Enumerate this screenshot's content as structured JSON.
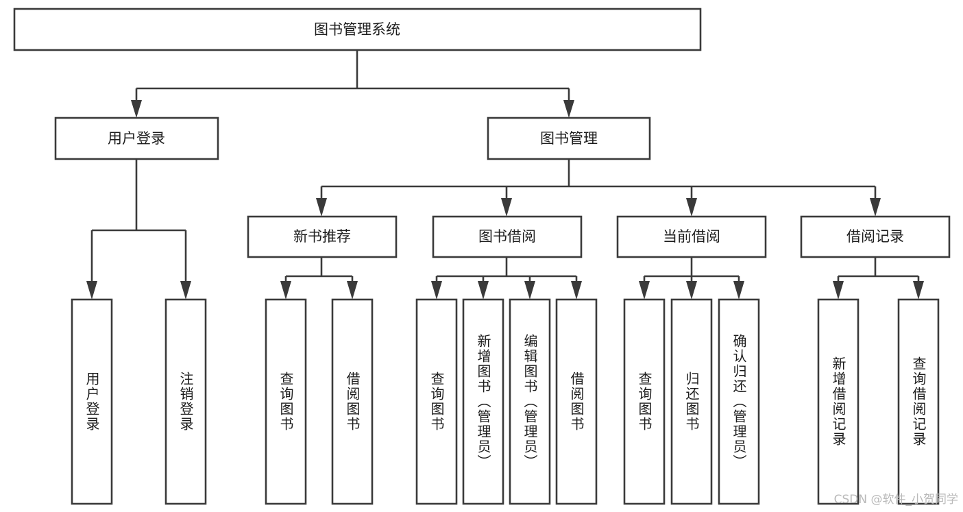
{
  "diagram": {
    "title": "图书管理系统",
    "type": "tree-hierarchy",
    "watermark": "CSDN @软件_小贺同学",
    "colors": {
      "background": "#ffffff",
      "stroke": "#3a3a3a",
      "box_fill": "#ffffff",
      "text": "#1d1d1d",
      "watermark": "#b9b9b9"
    },
    "root": {
      "label": "图书管理系统",
      "orientation": "horizontal"
    },
    "level2": [
      {
        "label": "用户登录",
        "orientation": "horizontal"
      },
      {
        "label": "图书管理",
        "orientation": "horizontal"
      }
    ],
    "level3": [
      {
        "label": "新书推荐",
        "orientation": "horizontal"
      },
      {
        "label": "图书借阅",
        "orientation": "horizontal"
      },
      {
        "label": "当前借阅",
        "orientation": "horizontal"
      },
      {
        "label": "借阅记录",
        "orientation": "horizontal"
      }
    ],
    "leaves": {
      "user_login": [
        {
          "label": "用户登录",
          "orientation": "vertical"
        },
        {
          "label": "注销登录",
          "orientation": "vertical"
        }
      ],
      "new_book_recommend": [
        {
          "label": "查询图书",
          "orientation": "vertical"
        },
        {
          "label": "借阅图书",
          "orientation": "vertical"
        }
      ],
      "book_borrow": [
        {
          "label": "查询图书",
          "orientation": "vertical"
        },
        {
          "label": "新增图书（管理员）",
          "orientation": "vertical"
        },
        {
          "label": "编辑图书（管理员）",
          "orientation": "vertical"
        },
        {
          "label": "借阅图书",
          "orientation": "vertical"
        }
      ],
      "current_borrow": [
        {
          "label": "查询图书",
          "orientation": "vertical"
        },
        {
          "label": "归还图书",
          "orientation": "vertical"
        },
        {
          "label": "确认归还（管理员）",
          "orientation": "vertical"
        }
      ],
      "borrow_record": [
        {
          "label": "新增借阅记录",
          "orientation": "vertical"
        },
        {
          "label": "查询借阅记录",
          "orientation": "vertical"
        }
      ]
    }
  }
}
